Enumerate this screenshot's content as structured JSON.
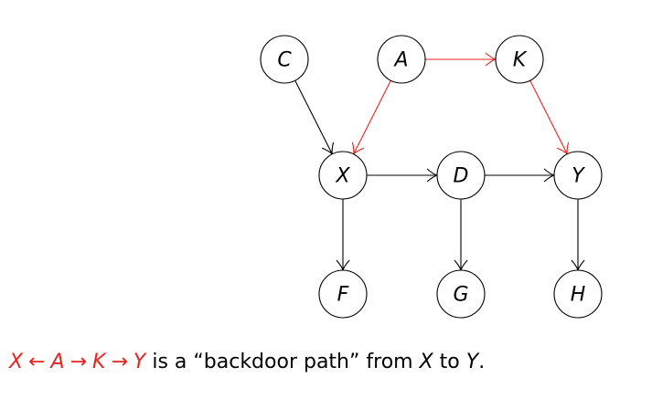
{
  "colors": {
    "highlight": "#e8231f",
    "default": "#000000",
    "node_fill": "#ffffff"
  },
  "nodes": [
    {
      "id": "C",
      "label": "C"
    },
    {
      "id": "A",
      "label": "A"
    },
    {
      "id": "K",
      "label": "K"
    },
    {
      "id": "X",
      "label": "X"
    },
    {
      "id": "D",
      "label": "D"
    },
    {
      "id": "Y",
      "label": "Y"
    },
    {
      "id": "F",
      "label": "F"
    },
    {
      "id": "G",
      "label": "G"
    },
    {
      "id": "H",
      "label": "H"
    }
  ],
  "edges": [
    {
      "from": "C",
      "to": "X",
      "highlight": false
    },
    {
      "from": "A",
      "to": "X",
      "highlight": true
    },
    {
      "from": "A",
      "to": "K",
      "highlight": true
    },
    {
      "from": "K",
      "to": "Y",
      "highlight": true
    },
    {
      "from": "X",
      "to": "D",
      "highlight": false
    },
    {
      "from": "D",
      "to": "Y",
      "highlight": false
    },
    {
      "from": "X",
      "to": "F",
      "highlight": false
    },
    {
      "from": "D",
      "to": "G",
      "highlight": false
    },
    {
      "from": "Y",
      "to": "H",
      "highlight": false
    }
  ],
  "caption": {
    "path_x": "X",
    "arrow_left": "←",
    "path_a": "A",
    "arrow_right_1": "→",
    "path_k": "K",
    "arrow_right_2": "→",
    "path_y": "Y",
    "text_1": " is a “backdoor path” from ",
    "var_from": "X",
    "text_2": " to ",
    "var_to": "Y",
    "text_3": "."
  }
}
